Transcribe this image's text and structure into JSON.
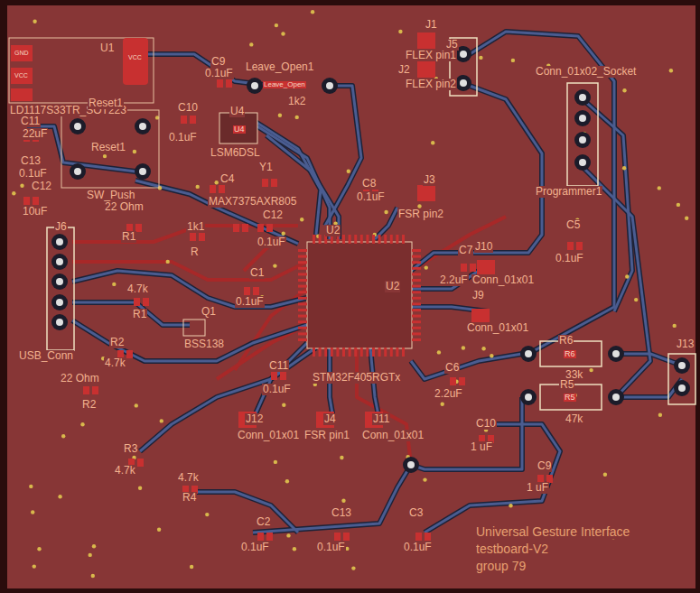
{
  "diagram": {
    "labels": [
      "GND",
      "VCC",
      "VCC",
      "U1",
      "LD1117S33TR_SOT223",
      "C9",
      "0.1uF",
      "Leave_Open1",
      "Leave_Open",
      "1k2",
      "C10",
      "0.1uF",
      "U4",
      "U4",
      "LSM6DSL",
      "Reset1",
      "Reset1",
      "SW_Push",
      "C11",
      "22uF",
      "C13",
      "0.1uF",
      "C12",
      "10uF",
      "Y1",
      "C4",
      "MAX7375AXR805",
      "C8",
      "0.1uF",
      "J3",
      "FSR pin2",
      "J1",
      "FLEX pin1",
      "J2",
      "FLEX pin2",
      "J5",
      "Conn_01x02_Socket",
      "Programmer1",
      "22 Ohm",
      "R1",
      "1k1",
      "R",
      "C12",
      "0.1uF",
      "U2",
      "J6",
      "C7",
      "2.2uF",
      "J10",
      "Conn_01x01",
      "C5",
      "0.1uF",
      "4.7k",
      "R1",
      "C1",
      "0.1uF",
      "Q1",
      "BSS138",
      "J9",
      "Conn_01x01",
      "R2",
      "4.7k",
      "USB_Conn",
      "R6",
      "R6",
      "33k",
      "22 Ohm",
      "R2",
      "C11",
      "0.1uF",
      "STM32F405RGTx",
      "U2",
      "C6",
      "2.2uF",
      "R5",
      "R5",
      "47k",
      "J13",
      "J12",
      "Conn_01x01",
      "J4",
      "FSR pin1",
      "J11",
      "Conn_01x01",
      "C10",
      "1 uF",
      "C9",
      "1 uF",
      "R3",
      "4.7k",
      "4.7k",
      "R4",
      "C2",
      "0.1uF",
      "C13",
      "0.1uF",
      "C3",
      "0.1uF",
      "Universal Gesture Interface",
      "testboard-V2",
      "group 79"
    ]
  }
}
